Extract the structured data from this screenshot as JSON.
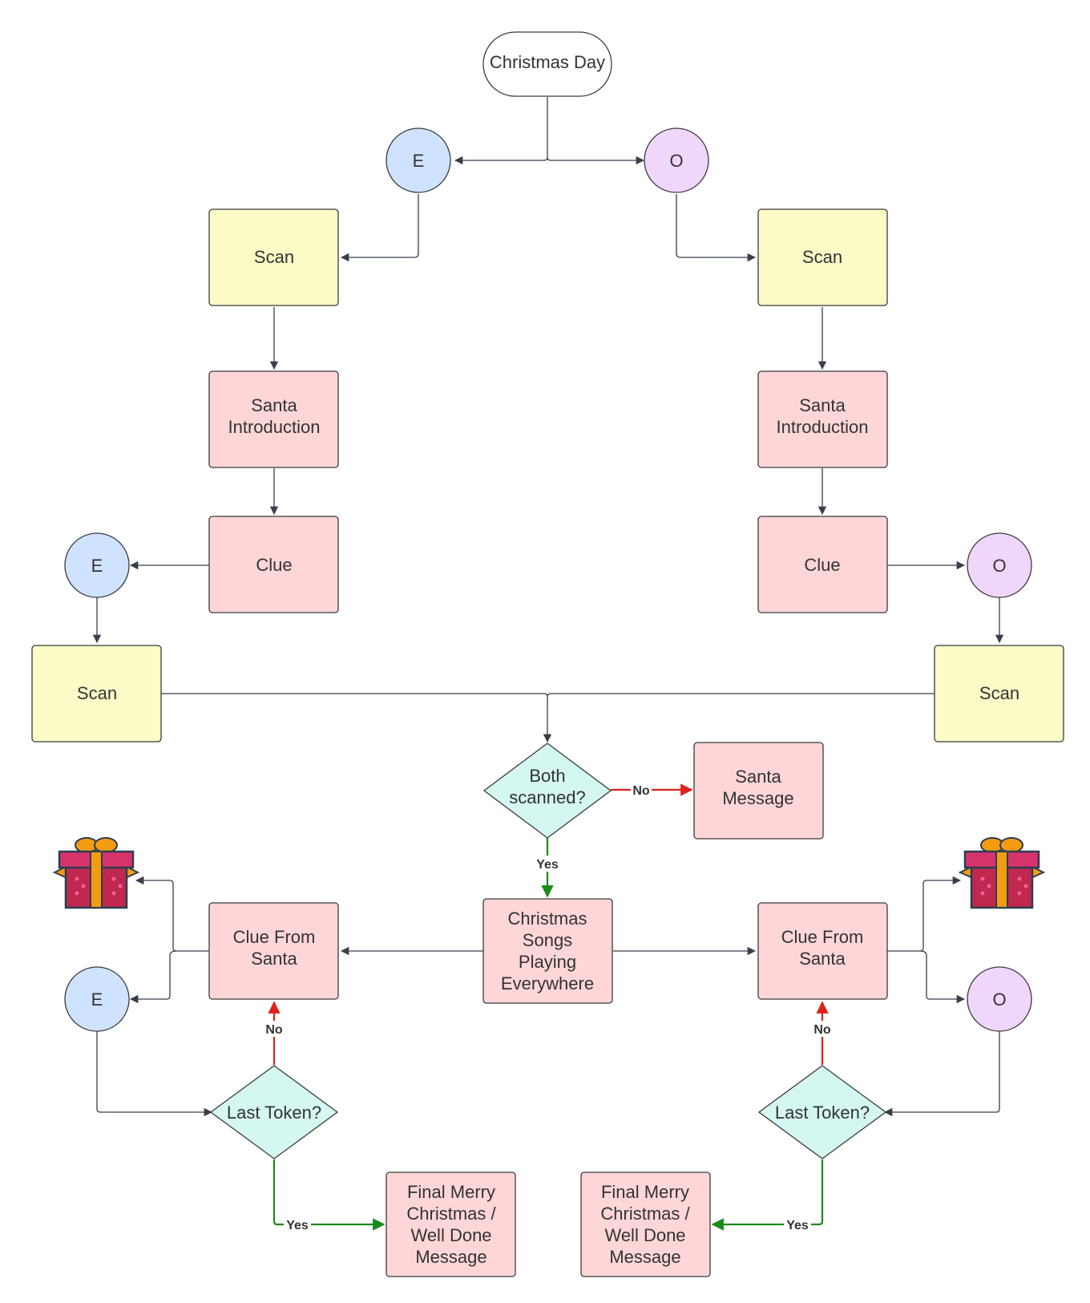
{
  "colors": {
    "scan_fill": "#fcfbc8",
    "pink_fill": "#fed6d7",
    "decision_fill": "#d4f7f1",
    "e_fill": "#cfe2fe",
    "o_fill": "#f0d6fb",
    "start_fill": "#ffffff",
    "yes_color": "#1a8a1a",
    "no_color": "#e0201b",
    "line_color": "#3b3d4a"
  },
  "nodes": {
    "start": "Christmas Day",
    "e_top": "E",
    "o_top": "O",
    "scan_left": "Scan",
    "scan_right": "Scan",
    "intro_left": [
      "Santa",
      "Introduction"
    ],
    "intro_right": [
      "Santa",
      "Introduction"
    ],
    "clue_left": "Clue",
    "clue_right": "Clue",
    "e_mid": "E",
    "o_mid": "O",
    "scan_left2": "Scan",
    "scan_right2": "Scan",
    "both_scanned": [
      "Both",
      "scanned?"
    ],
    "santa_message": [
      "Santa",
      "Message"
    ],
    "songs": [
      "Christmas",
      "Songs",
      "Playing",
      "Everywhere"
    ],
    "clue_from_santa_left": [
      "Clue From",
      "Santa"
    ],
    "clue_from_santa_right": [
      "Clue From",
      "Santa"
    ],
    "e_bottom": "E",
    "o_bottom": "O",
    "last_token_left": "Last Token?",
    "last_token_right": "Last Token?",
    "final_left": [
      "Final Merry",
      "Christmas /",
      "Well Done",
      "Message"
    ],
    "final_right": [
      "Final Merry",
      "Christmas /",
      "Well Done",
      "Message"
    ]
  },
  "edge_labels": {
    "no_santa_message": "No",
    "yes_songs": "Yes",
    "no_left": "No",
    "no_right": "No",
    "yes_left": "Yes",
    "yes_right": "Yes"
  },
  "icons": {
    "gift_left": "gift-icon",
    "gift_right": "gift-icon"
  }
}
